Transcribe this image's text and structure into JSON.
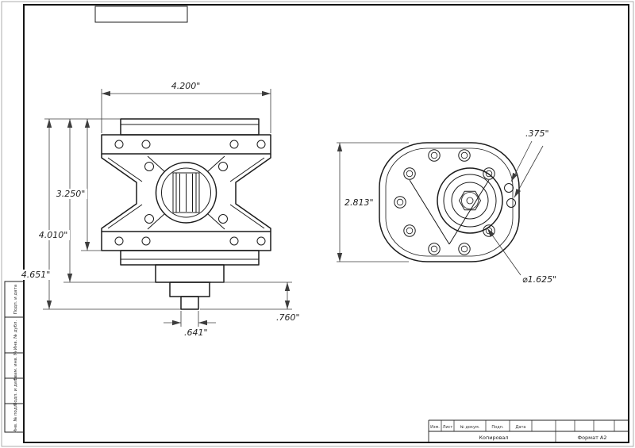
{
  "colors": {
    "ink": "#1c1c1c",
    "dim_line": "#3d3d3d"
  },
  "sheet": {
    "margin_labels": [
      "Подп. и дата",
      "Инв. № дубл.",
      "Взам. инв. №",
      "Подп. и дата",
      "Инв. № подл."
    ],
    "title_block": {
      "columns": [
        "Изм.",
        "Лист",
        "№ докум.",
        "Подп.",
        "Дата"
      ],
      "copied_label": "Копировал",
      "format_label": "Формат А2"
    }
  },
  "views": {
    "side": {
      "dims": {
        "overall_width": "4.200\"",
        "body_height": "3.250\"",
        "flange_height": "4.010\"",
        "overall_height": "4.651\"",
        "shaft_dia": ".641\"",
        "lower_height": ".760\""
      }
    },
    "front": {
      "dims": {
        "housing_height": "2.813\"",
        "port_dia": ".375\"",
        "hub_dia": "⌀1.625\""
      }
    }
  }
}
